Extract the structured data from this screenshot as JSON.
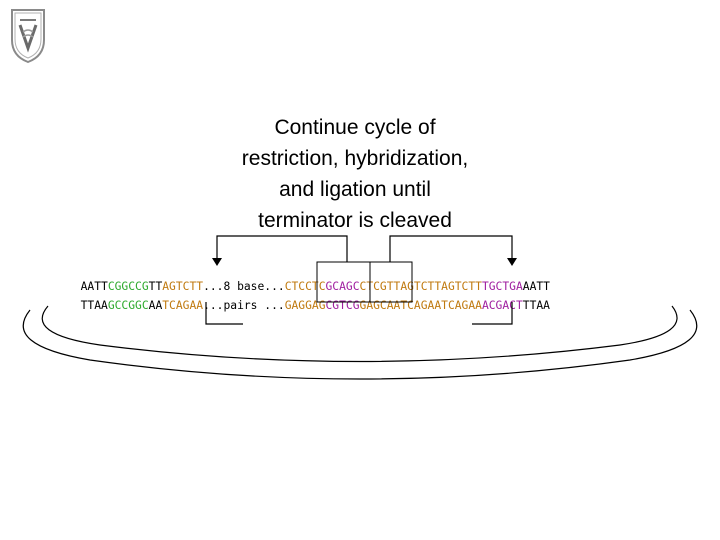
{
  "slide": {
    "caption_lines": [
      "Continue cycle of",
      "restriction, hybridization,",
      "and ligation until",
      "terminator is cleaved"
    ]
  },
  "sequence": {
    "top_strand": [
      {
        "text": "AATT",
        "color": "#000000"
      },
      {
        "text": "CGGCCG",
        "color": "#2eaa2e"
      },
      {
        "text": "TT",
        "color": "#000000"
      },
      {
        "text": "AGTCTT",
        "color": "#c07a10"
      },
      {
        "text": "...8 base...",
        "color": "#000000"
      },
      {
        "text": "CTCCTC",
        "color": "#c07a10"
      },
      {
        "text": "GCAGC",
        "color": "#a020a0"
      },
      {
        "text": "CTCGTT",
        "color": "#c07a10"
      },
      {
        "text": "AGTCTT",
        "color": "#c07a10"
      },
      {
        "text": "AGTCTT",
        "color": "#c07a10"
      },
      {
        "text": "TGCTGA",
        "color": "#a020a0"
      },
      {
        "text": "AATT",
        "color": "#000000"
      }
    ],
    "bottom_strand": [
      {
        "text": "TTAA",
        "color": "#000000"
      },
      {
        "text": "GCCGGC",
        "color": "#2eaa2e"
      },
      {
        "text": "AA",
        "color": "#000000"
      },
      {
        "text": "TCAGAA",
        "color": "#c07a10"
      },
      {
        "text": "...pairs ...",
        "color": "#000000"
      },
      {
        "text": "GAGGAG",
        "color": "#c07a10"
      },
      {
        "text": "CGTCG",
        "color": "#a020a0"
      },
      {
        "text": "GAGCAA",
        "color": "#c07a10"
      },
      {
        "text": "TCAGAA",
        "color": "#c07a10"
      },
      {
        "text": "TCAGAA",
        "color": "#c07a10"
      },
      {
        "text": "ACGACT",
        "color": "#a020a0"
      },
      {
        "text": "TTAA",
        "color": "#000000"
      }
    ]
  }
}
